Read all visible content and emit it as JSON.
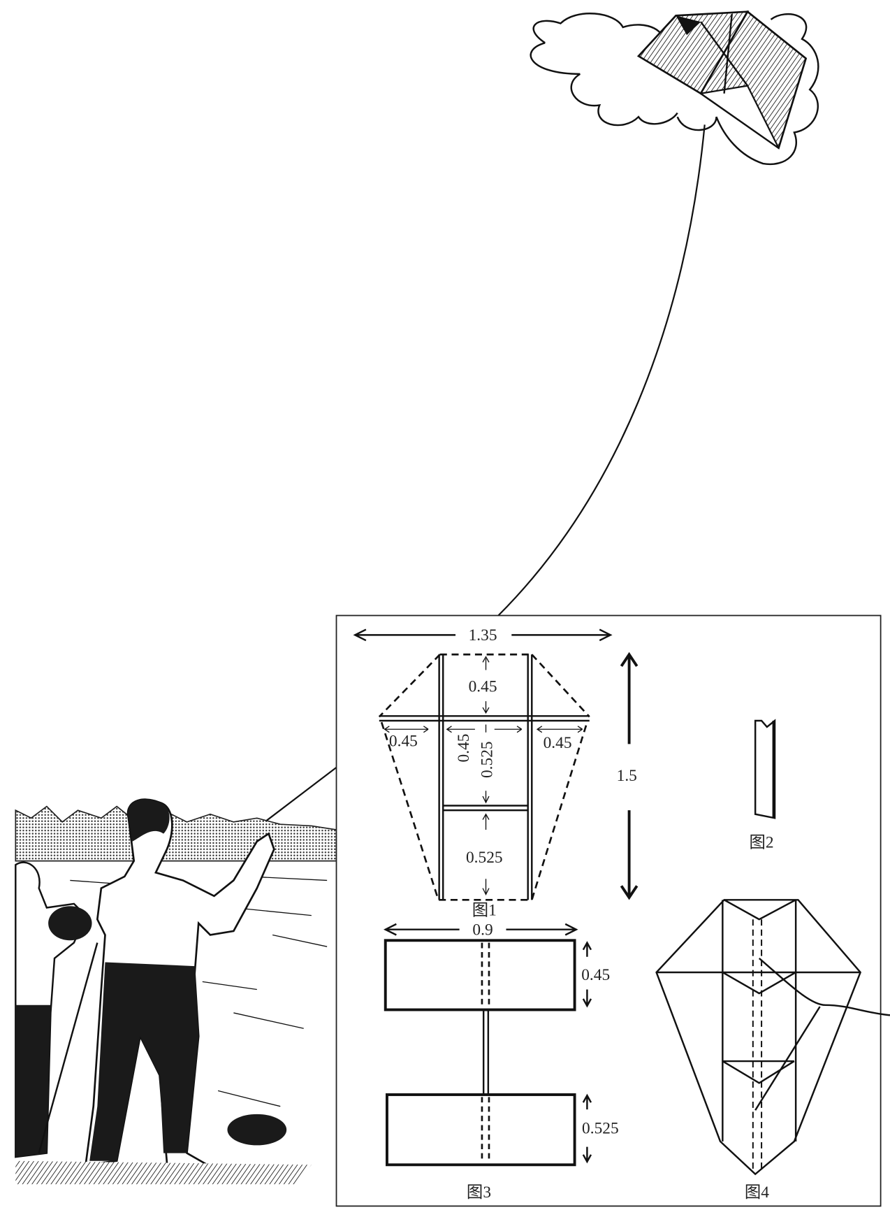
{
  "figure1": {
    "caption": "图1",
    "overall_width": "1.35",
    "overall_height": "1.5",
    "top_section": "0.45",
    "left_wing": "0.45",
    "right_wing": "0.45",
    "middle_vertical_a": "0.45",
    "middle_vertical_b": "0.525",
    "bottom_section": "0.525"
  },
  "figure2": {
    "caption": "图2"
  },
  "figure3": {
    "caption": "图3",
    "width": "0.9",
    "upper_box_height": "0.45",
    "lower_box_height": "0.525"
  },
  "figure4": {
    "caption": "图4"
  }
}
